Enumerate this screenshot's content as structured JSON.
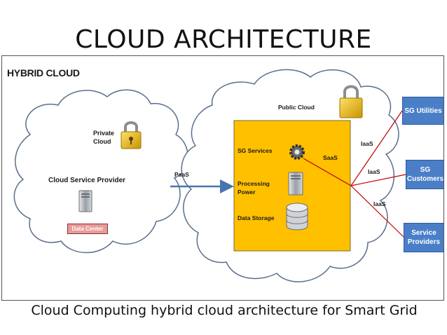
{
  "slide": {
    "title": "CLOUD ARCHITECTURE",
    "caption": "Cloud Computing hybrid cloud architecture for Smart Grid"
  },
  "diagram": {
    "hybrid_label": "HYBRID CLOUD",
    "private_cloud": {
      "label": "Private Cloud",
      "provider_label": "Cloud Service Provider",
      "data_center_label": "Data Center"
    },
    "public_cloud": {
      "label": "Public Cloud",
      "services": [
        "SG Services",
        "Processing Power",
        "Data Storage"
      ]
    },
    "link_labels": {
      "paas": "PaaS",
      "saas": "SaaS",
      "iaas": [
        "IaaS",
        "IaaS",
        "IaaS"
      ]
    },
    "consumers": [
      "SG Utilities",
      "SG Customers",
      "Service Providers"
    ],
    "colors": {
      "panel": "#ffc000",
      "consumer_box": "#4a7fc8",
      "arrow": "#4a74b0",
      "link_line": "#c00000",
      "data_center_badge": "#e79a9a"
    },
    "icons": [
      "padlock-icon",
      "padlock-icon",
      "server-icon",
      "gear-icon",
      "server-icon",
      "database-icon"
    ]
  }
}
